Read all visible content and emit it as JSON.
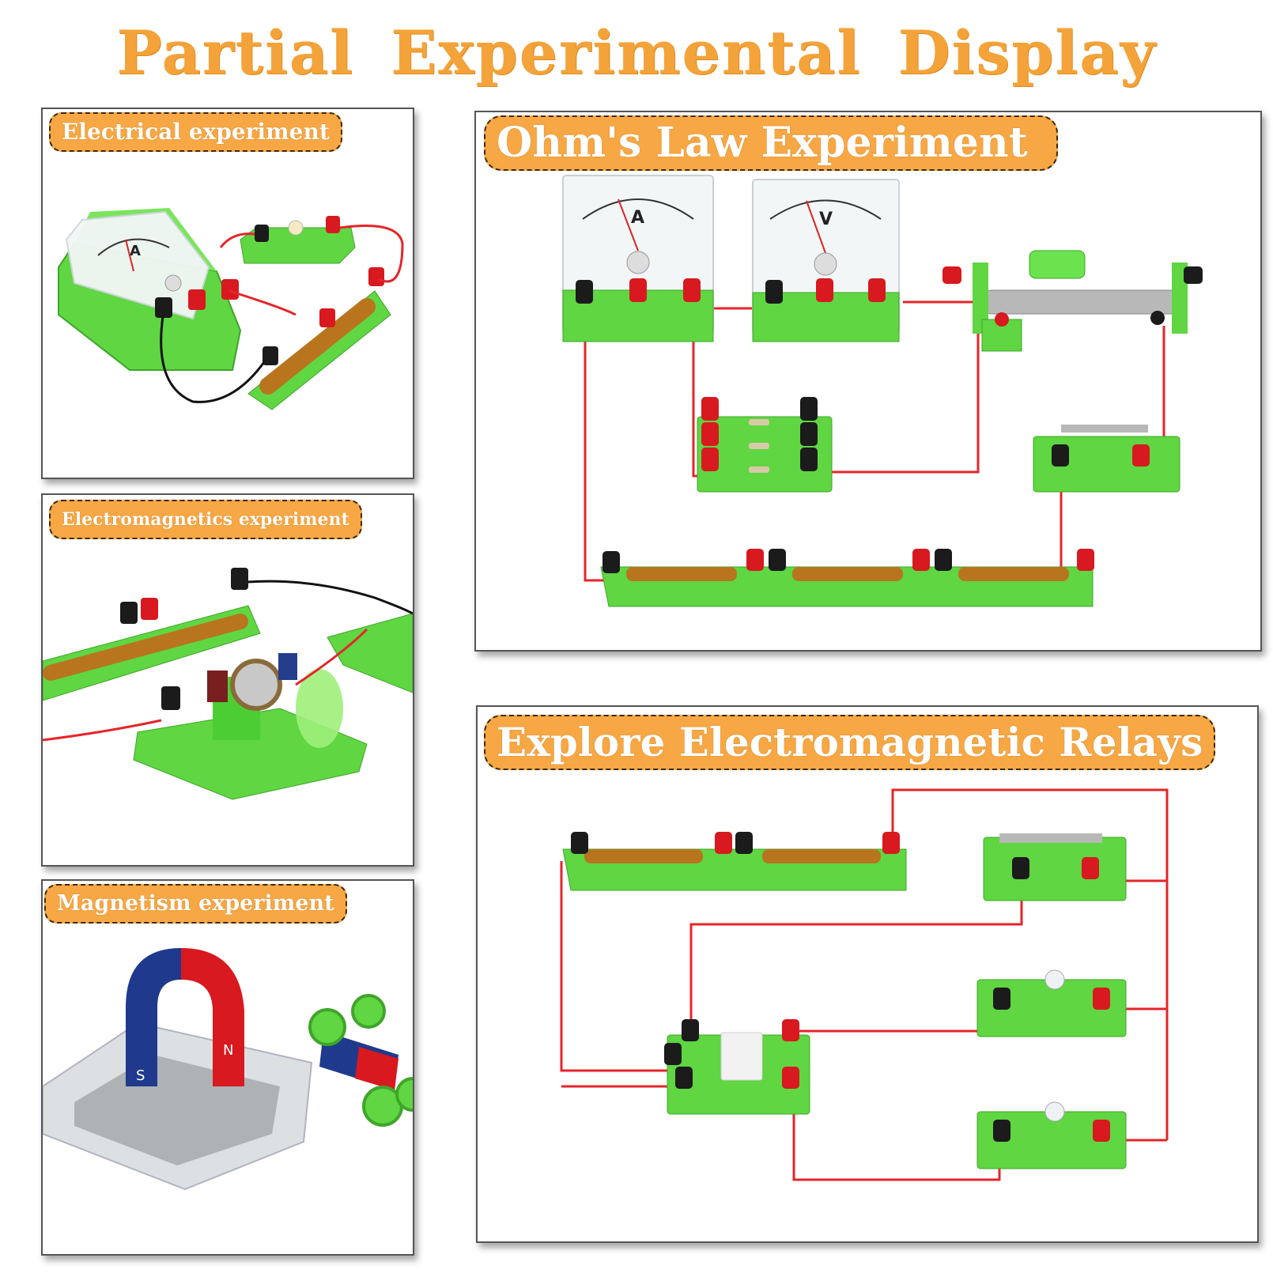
{
  "title": "Partial Experimental Display",
  "panels": {
    "electrical": {
      "label": "Electrical experiment",
      "ammeter_letter": "A"
    },
    "electromagnetics": {
      "label": "Electromagnetics experiment"
    },
    "magnetism": {
      "label": "Magnetism experiment",
      "pole_n": "N",
      "pole_s": "S"
    },
    "ohms_law": {
      "label": "Ohm's Law Experiment",
      "ammeter_letter": "A",
      "voltmeter_letter": "V"
    },
    "relays": {
      "label": "Explore Electromagnetic Relays"
    }
  },
  "colors": {
    "accent": "#f7a744",
    "title": "#f4a33a",
    "module_green": "#6be34e",
    "wire_red": "#e5252a",
    "terminal_red": "#d8191f",
    "terminal_black": "#1b1b1b"
  }
}
